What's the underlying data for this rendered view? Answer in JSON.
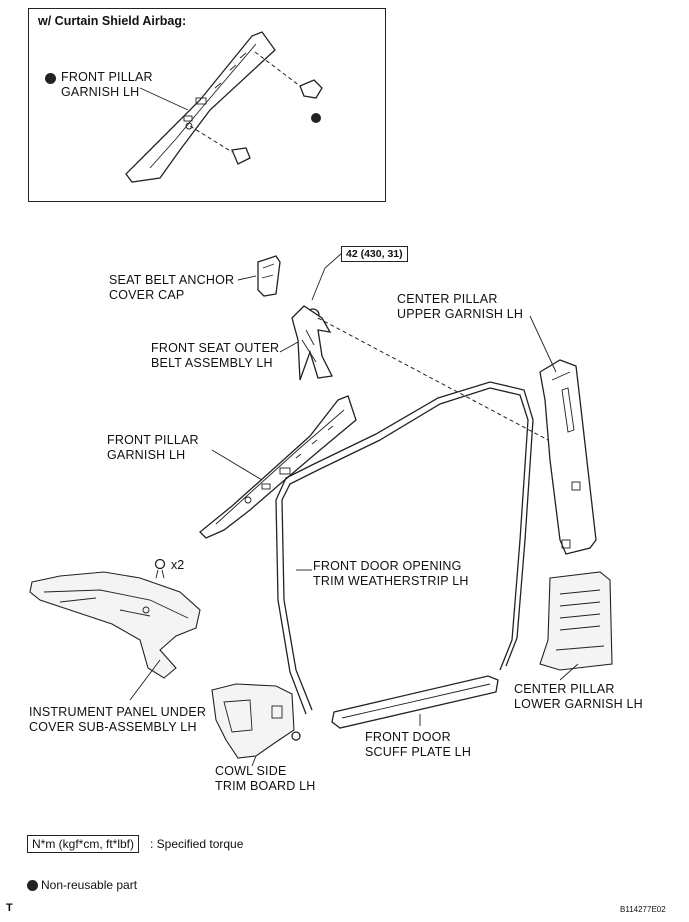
{
  "inset": {
    "title": "w/ Curtain Shield Airbag:",
    "pillar_label": [
      "FRONT PILLAR",
      "GARNISH LH"
    ]
  },
  "torque_callout": "42 (430, 31)",
  "labels": {
    "seat_belt_anchor_cap": [
      "SEAT BELT ANCHOR",
      "COVER CAP"
    ],
    "front_seat_belt": [
      "FRONT SEAT OUTER",
      "BELT ASSEMBLY LH"
    ],
    "front_pillar": [
      "FRONT PILLAR",
      "GARNISH LH"
    ],
    "center_pillar_upper": [
      "CENTER PILLAR",
      "UPPER GARNISH LH"
    ],
    "door_weatherstrip": [
      "FRONT DOOR OPENING",
      "TRIM WEATHERSTRIP LH"
    ],
    "instrument_panel_cover": [
      "INSTRUMENT PANEL UNDER",
      "COVER SUB-ASSEMBLY LH"
    ],
    "cowl_side_board": [
      "COWL SIDE",
      "TRIM BOARD LH"
    ],
    "front_door_scuff": [
      "FRONT DOOR",
      "SCUFF PLATE LH"
    ],
    "center_pillar_lower": [
      "CENTER PILLAR",
      "LOWER GARNISH LH"
    ]
  },
  "clip_quantity": "x2",
  "legend": {
    "torque_unit": "N*m (kgf*cm, ft*lbf)",
    "torque_text": ": Specified torque",
    "non_reusable": "Non-reusable part"
  },
  "footer": {
    "corner_mark": "T",
    "figure_code": "B114277E02"
  }
}
